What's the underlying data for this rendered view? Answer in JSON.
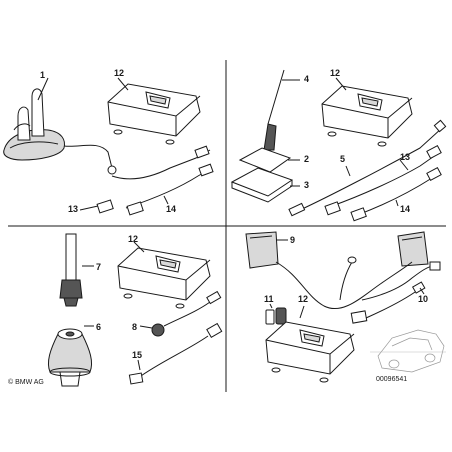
{
  "callouts": {
    "q1": {
      "c1": "1",
      "c12": "12",
      "c13": "13",
      "c14": "14"
    },
    "q2": {
      "c4": "4",
      "c12": "12",
      "c2": "2",
      "c3": "3",
      "c5": "5",
      "c13": "13",
      "c14": "14"
    },
    "q3": {
      "c12": "12",
      "c7": "7",
      "c8": "8",
      "c6": "6",
      "c15": "15"
    },
    "q4": {
      "c9": "9",
      "c11": "11",
      "c12": "12",
      "c10": "10"
    }
  },
  "footer": {
    "copyright": "© BMW AG",
    "drawing_number": "00096541"
  },
  "colors": {
    "line": "#1a1a1a",
    "fill": "#ffffff",
    "shade": "#d9d9d9"
  }
}
